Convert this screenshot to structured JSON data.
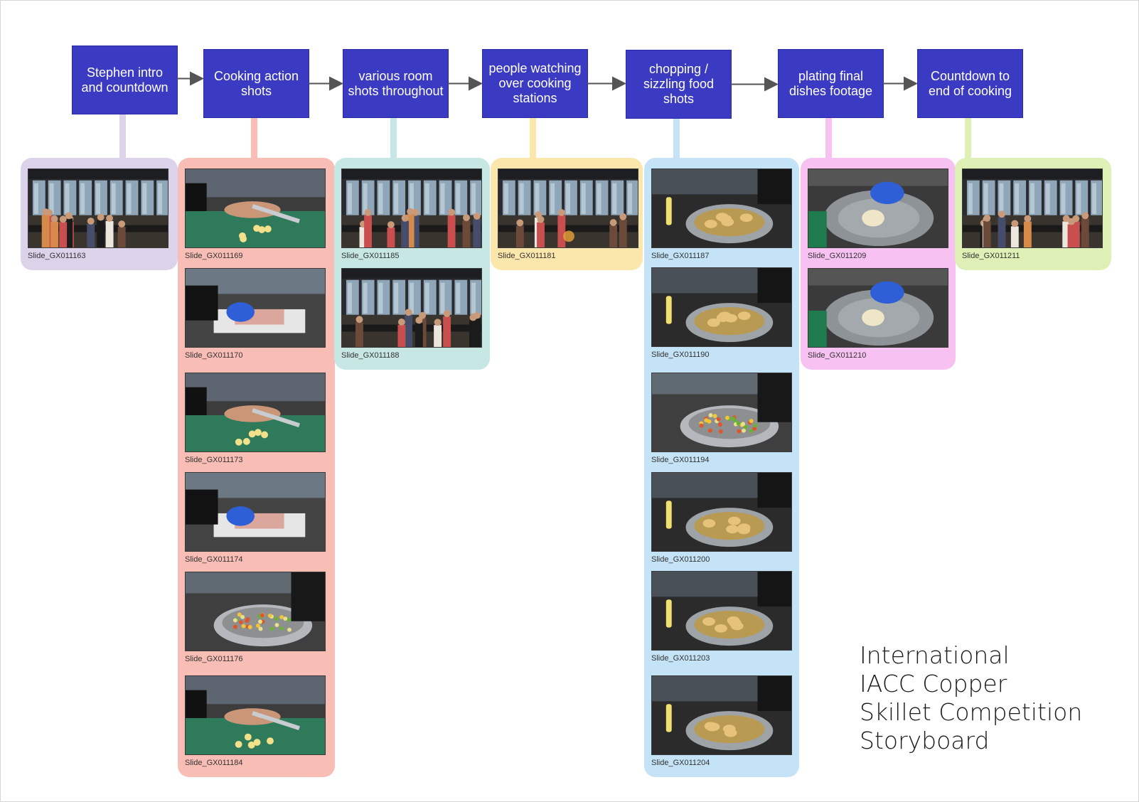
{
  "title_lines": [
    "International",
    "IACC Copper",
    "Skillet Competition",
    "Storyboard"
  ],
  "colors": {
    "header_bg": "#3a3ac2",
    "arrow": "#555555",
    "lavender": "#dcd3ea",
    "salmon": "#f8bdb5",
    "teal": "#c7e7e4",
    "yellow": "#fbe6ac",
    "blue": "#c4e3f6",
    "pink": "#f7c2f2",
    "lime": "#def0b5"
  },
  "stages": [
    {
      "label": "Stephen intro and countdown",
      "color": "lavender",
      "thumbs": [
        {
          "caption": "Slide_GX011163",
          "scene": "room"
        }
      ]
    },
    {
      "label": "Cooking action shots",
      "color": "salmon",
      "thumbs": [
        {
          "caption": "Slide_GX011169",
          "scene": "cutting"
        },
        {
          "caption": "Slide_GX011170",
          "scene": "gloves"
        },
        {
          "caption": "Slide_GX011173",
          "scene": "cutting"
        },
        {
          "caption": "Slide_GX011174",
          "scene": "gloves"
        },
        {
          "caption": "Slide_GX011176",
          "scene": "bowl"
        },
        {
          "caption": "Slide_GX011184",
          "scene": "cutting"
        }
      ]
    },
    {
      "label": "various room shots throughout",
      "color": "teal",
      "thumbs": [
        {
          "caption": "Slide_GX011185",
          "scene": "room"
        },
        {
          "caption": "Slide_GX011188",
          "scene": "room"
        }
      ]
    },
    {
      "label": "people watching over cooking stations",
      "color": "yellow",
      "thumbs": [
        {
          "caption": "Slide_GX011181",
          "scene": "people"
        }
      ]
    },
    {
      "label": "chopping / sizzling food shots",
      "color": "blue",
      "thumbs": [
        {
          "caption": "Slide_GX011187",
          "scene": "pan"
        },
        {
          "caption": "Slide_GX011190",
          "scene": "pan"
        },
        {
          "caption": "Slide_GX011194",
          "scene": "bowl"
        },
        {
          "caption": "Slide_GX011200",
          "scene": "pan"
        },
        {
          "caption": "Slide_GX011203",
          "scene": "pan"
        },
        {
          "caption": "Slide_GX011204",
          "scene": "pan"
        }
      ]
    },
    {
      "label": "plating final dishes footage",
      "color": "pink",
      "thumbs": [
        {
          "caption": "Slide_GX011209",
          "scene": "plate"
        },
        {
          "caption": "Slide_GX011210",
          "scene": "plate"
        }
      ]
    },
    {
      "label": "Countdown to end of cooking",
      "color": "lime",
      "thumbs": [
        {
          "caption": "Slide_GX011211",
          "scene": "room"
        }
      ]
    }
  ]
}
